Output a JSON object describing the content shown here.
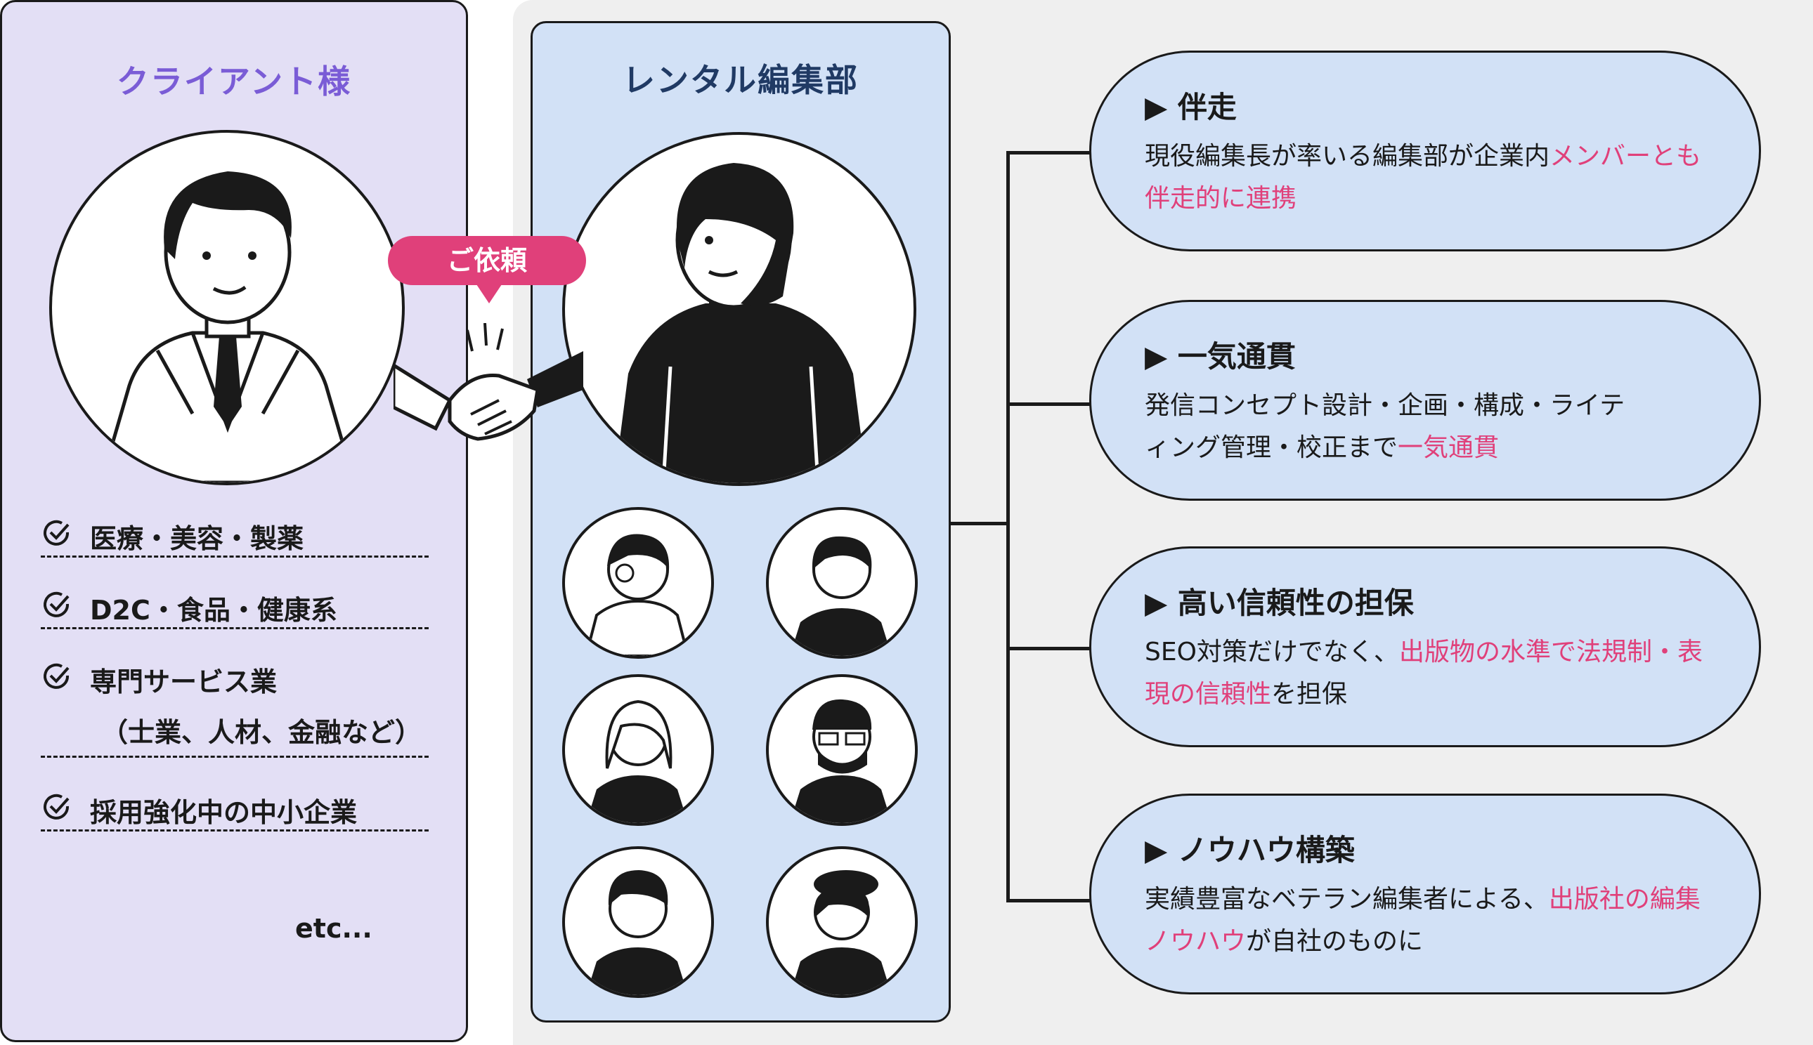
{
  "client": {
    "title": "クライアント様",
    "items": [
      {
        "label": "医療・美容・製薬"
      },
      {
        "label": "D2C・食品・健康系"
      },
      {
        "label": "専門サービス業"
      },
      {
        "label": "採用強化中の中小企業"
      }
    ],
    "item3_sub": "（士業、人材、金融など）",
    "etc": "etc..."
  },
  "request_label": "ご依頼",
  "editorial": {
    "title": "レンタル編集部"
  },
  "features": [
    {
      "title": "▶ 伴走",
      "body": [
        {
          "text": "現役編集長が率いる編集部が企業内",
          "hl": false
        },
        {
          "text": "メンバーとも伴走的に連携",
          "hl": true
        }
      ]
    },
    {
      "title": "▶ 一気通貫",
      "body": [
        {
          "text": "発信コンセプト設計・企画・構成・ライティング管理・校正まで",
          "hl": false
        },
        {
          "text": "一気通貫",
          "hl": true
        }
      ]
    },
    {
      "title": "▶ 高い信頼性の担保",
      "body": [
        {
          "text": "SEO対策だけでなく、",
          "hl": false
        },
        {
          "text": "出版物の水準で法規制・表現の信頼性",
          "hl": true
        },
        {
          "text": "を担保",
          "hl": false
        }
      ]
    },
    {
      "title": "▶ ノウハウ構築",
      "body": [
        {
          "text": "実績豊富なベテラン編集者による、",
          "hl": false
        },
        {
          "text": "出版社の編集ノウハウ",
          "hl": true
        },
        {
          "text": "が自社のものに",
          "hl": false
        }
      ]
    }
  ],
  "colors": {
    "accent_pink": "#e0407a",
    "client_title": "#7a5cd6",
    "editorial_title": "#203a64",
    "client_bg": "#e3dff5",
    "editorial_bg": "#d2e1f6"
  }
}
